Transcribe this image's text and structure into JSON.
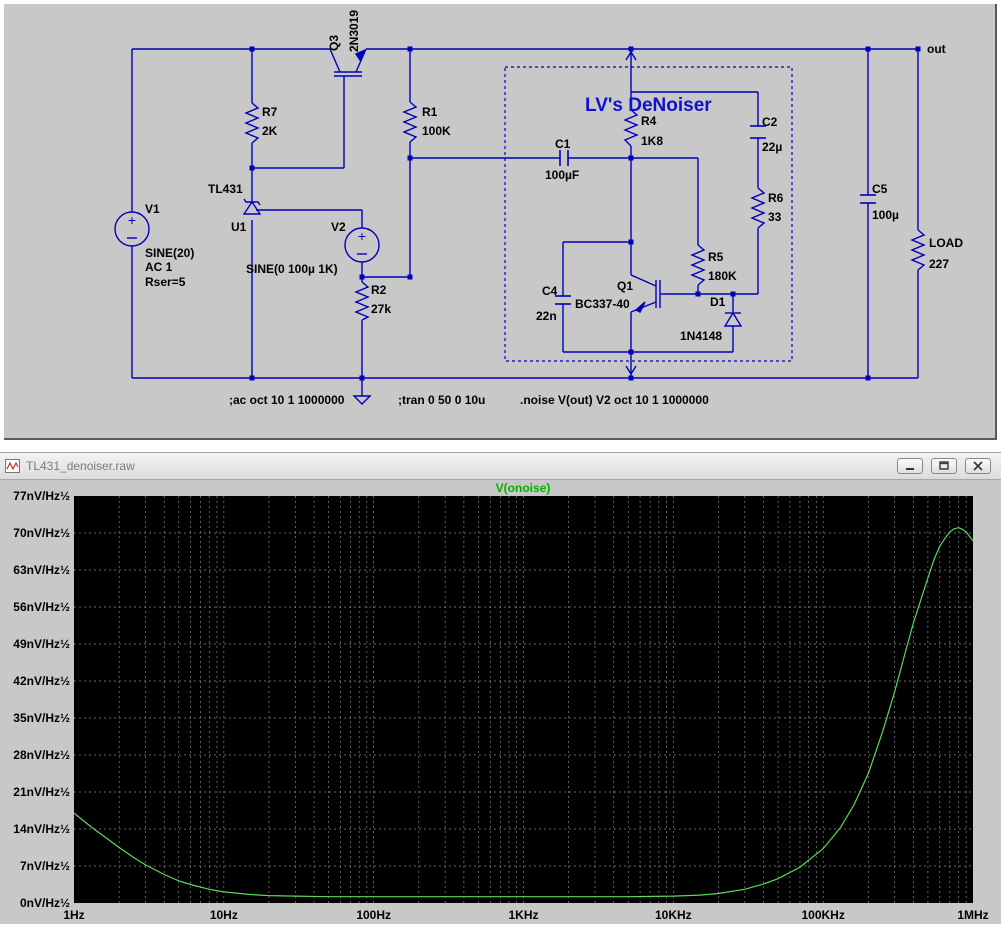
{
  "schematic": {
    "title_text": "LV's DeNoiser",
    "components": {
      "v1": {
        "ref": "V1",
        "value1": "SINE(20)",
        "value2": "AC 1",
        "value3": "Rser=5"
      },
      "r7": {
        "ref": "R7",
        "value": "2K"
      },
      "u1": {
        "ref": "U1",
        "part": "TL431"
      },
      "q3": {
        "ref": "Q3",
        "part": "2N3019"
      },
      "r1": {
        "ref": "R1",
        "value": "100K"
      },
      "v2": {
        "ref": "V2",
        "value": "SINE(0 100µ 1K)"
      },
      "r2": {
        "ref": "R2",
        "value": "27k"
      },
      "c1": {
        "ref": "C1",
        "value": "100µF"
      },
      "r4": {
        "ref": "R4",
        "value": "1K8"
      },
      "c2": {
        "ref": "C2",
        "value": "22µ"
      },
      "r6": {
        "ref": "R6",
        "value": "33"
      },
      "r5": {
        "ref": "R5",
        "value": "180K"
      },
      "q1": {
        "ref": "Q1",
        "part": "BC337-40"
      },
      "c4": {
        "ref": "C4",
        "value": "22n"
      },
      "d1": {
        "ref": "D1",
        "part": "1N4148"
      },
      "c5": {
        "ref": "C5",
        "value": "100µ"
      },
      "load": {
        "ref": "LOAD",
        "value": "227"
      }
    },
    "net_label_out": "out",
    "directives": [
      ";ac oct 10 1 1000000",
      ";tran 0 50 0 10u",
      ".noise V(out) V2 oct 10 1 1000000"
    ]
  },
  "plot_window": {
    "title": "TL431_denoiser.raw",
    "trace_label": "V(onoise)",
    "colors": {
      "background": "#000000",
      "trace": "#5cd65c",
      "grid": "#8a8a8a",
      "schematic_wire": "#0000b8",
      "label_blue": "#1010d0"
    }
  },
  "chart_data": {
    "type": "line",
    "title": "V(onoise)",
    "xlabel": "",
    "ylabel": "",
    "x_scale": "log",
    "xlim": [
      "1Hz",
      "1MHz"
    ],
    "ylim": [
      0,
      77
    ],
    "y_unit": "nV/Hz½",
    "x_ticks": [
      "1Hz",
      "10Hz",
      "100Hz",
      "1KHz",
      "10KHz",
      "100KHz",
      "1MHz"
    ],
    "y_ticks": [
      "0nV/Hz½",
      "7nV/Hz½",
      "14nV/Hz½",
      "21nV/Hz½",
      "28nV/Hz½",
      "35nV/Hz½",
      "42nV/Hz½",
      "49nV/Hz½",
      "56nV/Hz½",
      "63nV/Hz½",
      "70nV/Hz½",
      "77nV/Hz½"
    ],
    "grid": true,
    "series": [
      {
        "name": "V(onoise)",
        "x": [
          1,
          1.3,
          1.7,
          2,
          2.5,
          3,
          4,
          5,
          6,
          8,
          10,
          15,
          20,
          30,
          50,
          100,
          300,
          1000,
          3000,
          5000,
          10000,
          15000,
          20000,
          30000,
          40000,
          50000,
          70000,
          100000,
          130000,
          160000,
          200000,
          250000,
          300000,
          350000,
          400000,
          500000,
          550000,
          600000,
          650000,
          700000,
          750000,
          800000,
          850000,
          900000,
          1000000
        ],
        "y": [
          17,
          14.4,
          12,
          10.5,
          8.6,
          7.2,
          5.4,
          4.2,
          3.5,
          2.6,
          2.1,
          1.6,
          1.4,
          1.3,
          1.2,
          1.2,
          1.2,
          1.2,
          1.2,
          1.2,
          1.3,
          1.5,
          1.8,
          2.6,
          3.6,
          4.6,
          6.8,
          10.3,
          14.2,
          18.5,
          24.5,
          32.5,
          40,
          47,
          53,
          61.5,
          65,
          67.5,
          69,
          70.2,
          70.8,
          71,
          70.7,
          70.2,
          68.5
        ]
      }
    ]
  }
}
